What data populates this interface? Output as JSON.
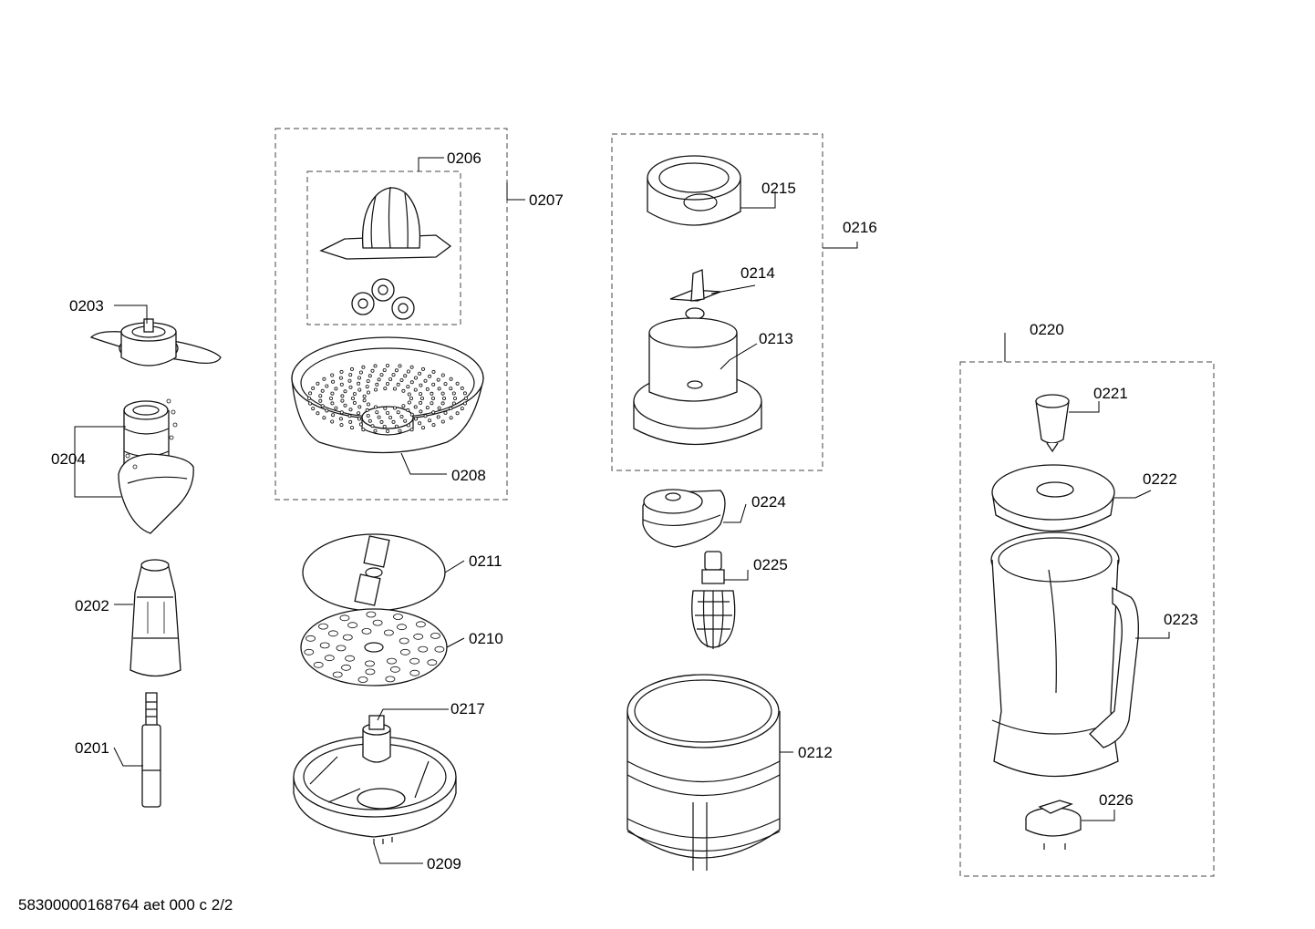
{
  "diagram": {
    "part_labels": {
      "p0201": "0201",
      "p0202": "0202",
      "p0203": "0203",
      "p0204": "0204",
      "p0206": "0206",
      "p0207": "0207",
      "p0208": "0208",
      "p0209": "0209",
      "p0210": "0210",
      "p0211": "0211",
      "p0212": "0212",
      "p0213": "0213",
      "p0214": "0214",
      "p0215": "0215",
      "p0216": "0216",
      "p0217": "0217",
      "p0220": "0220",
      "p0221": "0221",
      "p0222": "0222",
      "p0223": "0223",
      "p0224": "0224",
      "p0225": "0225",
      "p0226": "0226"
    },
    "footer_code": "58300000168764 aet 000 c 2/2"
  }
}
